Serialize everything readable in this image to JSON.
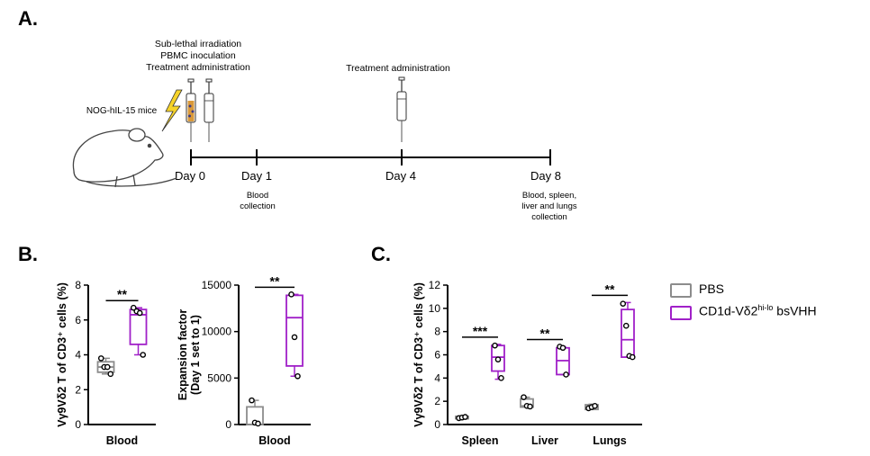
{
  "panel_a": {
    "label": "A.",
    "mouse_label": "NOG-hIL-15 mice",
    "day0_notes": [
      "Sub-lethal irradiation",
      "PBMC inoculation",
      "Treatment administration"
    ],
    "day4_note": "Treatment  administration",
    "days": [
      "Day 0",
      "Day 1",
      "Day 4",
      "Day 8"
    ],
    "day1_collect": [
      "Blood",
      "collection"
    ],
    "day8_collect": [
      "Blood, spleen,",
      "liver and lungs",
      "collection"
    ]
  },
  "panel_b_label": "B.",
  "panel_c_label": "C.",
  "legend": {
    "pbs": "PBS",
    "cd1d_main": "CD1d-Vδ2",
    "cd1d_sup": "hi-lo",
    "cd1d_tail": " bsVHH",
    "pbs_color": "#8c8c8c",
    "cd1d_color": "#a020c8"
  },
  "chart_data": [
    {
      "type": "box",
      "panel": "B (left)",
      "ylabel": "Vγ9Vδ2 T of CD3⁺ cells (%)",
      "ylim": [
        0,
        8
      ],
      "yticks": [
        0,
        2,
        4,
        6,
        8
      ],
      "categories": [
        "Blood"
      ],
      "significance": [
        "**"
      ],
      "series": [
        {
          "name": "PBS",
          "boxes": [
            {
              "min": 2.9,
              "q1": 3.0,
              "median": 3.3,
              "q3": 3.6,
              "max": 3.8
            }
          ],
          "points": [
            [
              3.8,
              3.3,
              3.3,
              2.9
            ]
          ]
        },
        {
          "name": "CD1d-Vδ2hi-lo bsVHH",
          "boxes": [
            {
              "min": 4.0,
              "q1": 4.6,
              "median": 6.3,
              "q3": 6.6,
              "max": 6.7
            }
          ],
          "points": [
            [
              6.7,
              6.5,
              6.4,
              4.0
            ]
          ]
        }
      ]
    },
    {
      "type": "box",
      "panel": "B (right)",
      "ylabel": "Expansion factor (Day 1 set to 1)",
      "ylim": [
        0,
        15000
      ],
      "yticks": [
        0,
        5000,
        10000,
        15000
      ],
      "categories": [
        "Blood"
      ],
      "significance": [
        "**"
      ],
      "series": [
        {
          "name": "PBS",
          "boxes": [
            {
              "min": 0,
              "q1": 0,
              "median": 0,
              "q3": 1900,
              "max": 2600
            }
          ],
          "points": [
            [
              2600,
              200,
              100
            ]
          ]
        },
        {
          "name": "CD1d-Vδ2hi-lo bsVHH",
          "boxes": [
            {
              "min": 5200,
              "q1": 6300,
              "median": 11500,
              "q3": 13900,
              "max": 14000
            }
          ],
          "points": [
            [
              14000,
              9400,
              5200
            ]
          ]
        }
      ]
    },
    {
      "type": "box",
      "panel": "C",
      "ylabel": "Vγ9Vδ2 T of CD3⁺ cells (%)",
      "ylim": [
        0,
        12
      ],
      "yticks": [
        0,
        2,
        4,
        6,
        8,
        10,
        12
      ],
      "categories": [
        "Spleen",
        "Liver",
        "Lungs"
      ],
      "significance": [
        "***",
        "**",
        "**"
      ],
      "series": [
        {
          "name": "PBS",
          "boxes": [
            {
              "min": 0.5,
              "q1": 0.5,
              "median": 0.55,
              "q3": 0.7,
              "max": 0.75
            },
            {
              "min": 1.5,
              "q1": 1.5,
              "median": 1.6,
              "q3": 2.2,
              "max": 2.35
            },
            {
              "min": 1.3,
              "q1": 1.3,
              "median": 1.5,
              "q3": 1.7,
              "max": 1.75
            }
          ],
          "points": [
            [
              0.55,
              0.6,
              0.65
            ],
            [
              2.35,
              1.6,
              1.55
            ],
            [
              1.4,
              1.5,
              1.6
            ]
          ]
        },
        {
          "name": "CD1d-Vδ2hi-lo bsVHH",
          "boxes": [
            {
              "min": 3.9,
              "q1": 4.6,
              "median": 5.8,
              "q3": 6.8,
              "max": 6.9
            },
            {
              "min": 4.3,
              "q1": 4.3,
              "median": 5.5,
              "q3": 6.6,
              "max": 6.7
            },
            {
              "min": 5.8,
              "q1": 5.8,
              "median": 7.3,
              "q3": 9.9,
              "max": 10.5
            }
          ],
          "points": [
            [
              6.8,
              5.6,
              4.0
            ],
            [
              6.7,
              6.6,
              4.3
            ],
            [
              10.4,
              8.5,
              5.9,
              5.8
            ]
          ]
        }
      ]
    }
  ]
}
